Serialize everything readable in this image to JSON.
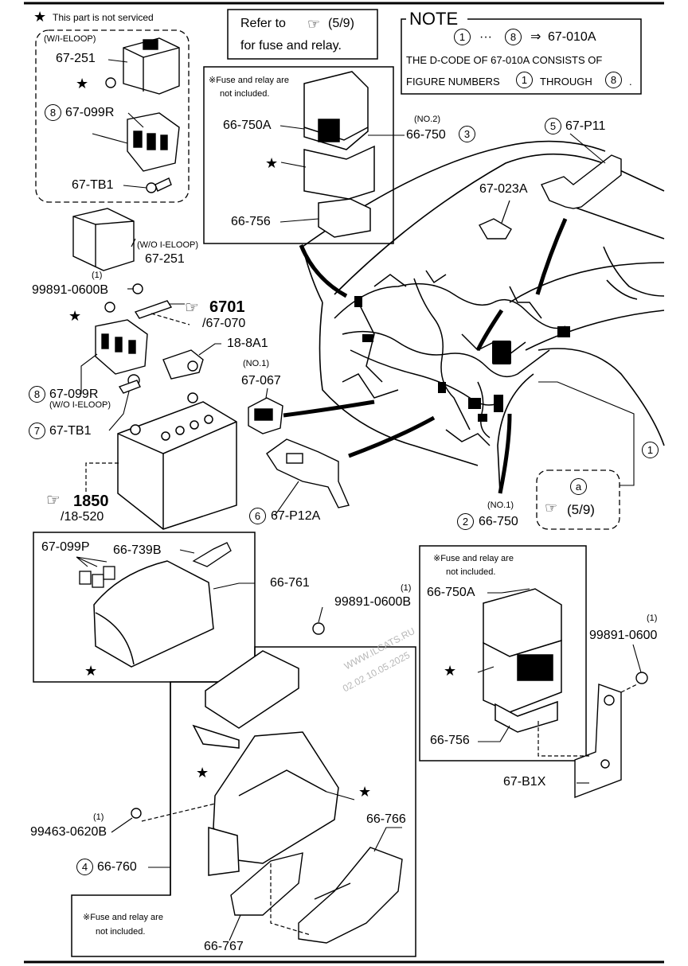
{
  "legend": {
    "symbol": "★",
    "text": "This part is not serviced"
  },
  "refer_box": {
    "line1": "Refer to",
    "ref": "(5/9)",
    "line2": "for fuse and relay."
  },
  "note_box": {
    "title": "NOTE",
    "num_start": "1",
    "num_end": "8",
    "ellipsis": "···",
    "arrow": "⇒",
    "code": "67-010A",
    "text1": "THE D-CODE OF 67-010A CONSISTS OF",
    "text2_pre": "FIGURE NUMBERS",
    "text2_mid": "THROUGH",
    "text2_end": "."
  },
  "fuse_note": "※Fuse and relay are",
  "fuse_note2": "not included.",
  "labels": {
    "w_ieloop": "(W/I-ELOOP)",
    "wo_ieloop": "(W/O I-ELOOP)",
    "wo_ieloop2": "(W/O I-ELOOP)",
    "p67_251a": "67-251",
    "p67_251b": "67-251",
    "p67_099r_a": "67-099R",
    "p67_099r_b": "67-099R",
    "p67_tb1_a": "67-TB1",
    "p67_tb1_b": "67-TB1",
    "p99891_a": "99891-0600B",
    "p99891_a_qty": "(1)",
    "p99891_b": "99891-0600B",
    "p99891_b_qty": "(1)",
    "p99891_c": "99891-0600",
    "p99891_c_qty": "(1)",
    "ref6701": "6701",
    "ref6701_sub": "/67-070",
    "p18_8a1": "18-8A1",
    "p67_067_no": "(NO.1)",
    "p67_067": "67-067",
    "ref1850": "1850",
    "ref1850_sub": "/18-520",
    "p67_p12a": "67-P12A",
    "p67_023a": "67-023A",
    "p67_p11": "67-P11",
    "p66_750a_top": "66-750A",
    "p66_750_no2": "(NO.2)",
    "p66_750_top": "66-750",
    "p66_756_top": "66-756",
    "p66_750_no1": "(NO.1)",
    "p66_750_bot": "66-750",
    "p66_750a_bot": "66-750A",
    "p66_756_bot": "66-756",
    "ref_a": "a",
    "ref_a_page": "(5/9)",
    "p67_099p": "67-099P",
    "p66_739b": "66-739B",
    "p66_761": "66-761",
    "p67_b1x": "67-B1X",
    "p99463": "99463-0620B",
    "p99463_qty": "(1)",
    "p66_760": "66-760",
    "p66_766": "66-766",
    "p66_767": "66-767"
  },
  "figure_numbers": {
    "n1": "1",
    "n3": "3",
    "n2": "2",
    "n4": "4",
    "n5": "5",
    "n6": "6",
    "n7": "7",
    "n8a": "8",
    "n8b": "8"
  },
  "watermark": {
    "line1": "WWW.ILCATS.RU",
    "line2": "02.02 10.05.2025"
  }
}
